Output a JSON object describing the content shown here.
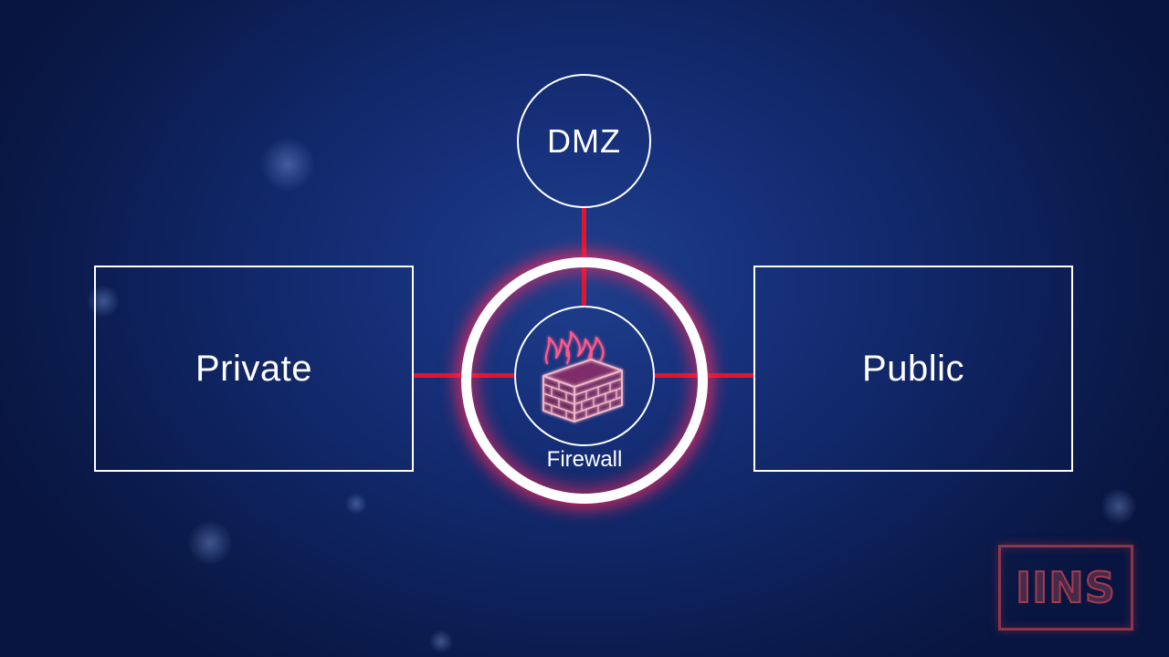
{
  "diagram": {
    "dmz_label": "DMZ",
    "private_label": "Private",
    "public_label": "Public",
    "firewall_label": "Firewall"
  },
  "logo": {
    "text": "IINS"
  },
  "colors": {
    "background": "#0f2462",
    "link": "#e0142c",
    "outline": "#ffffff",
    "glow": "#ff285a"
  },
  "icons": {
    "firewall": "firewall-brick-wall-with-flames-icon"
  }
}
